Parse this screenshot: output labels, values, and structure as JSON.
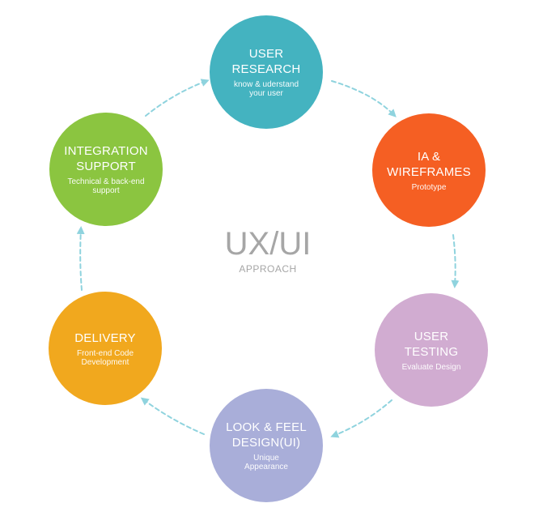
{
  "center": {
    "title": "UX/UI",
    "subtitle": "APPROACH"
  },
  "stages": [
    {
      "id": "research",
      "title": "USER\nRESEARCH",
      "description": "know & uderstand\nyour user",
      "color": "#44b3c0"
    },
    {
      "id": "ia",
      "title": "IA &\nWIREFRAMES",
      "description": "Prototype",
      "color": "#f55f23"
    },
    {
      "id": "testing",
      "title": "USER\nTESTING",
      "description": "Evaluate Design",
      "color": "#d1acd1"
    },
    {
      "id": "look",
      "title": "LOOK & FEEL\nDESIGN(UI)",
      "description": "Unique\nAppearance",
      "color": "#a9aed9"
    },
    {
      "id": "delivery",
      "title": "DELIVERY",
      "description": "Front-end Code\nDevelopment",
      "color": "#f1a81e"
    },
    {
      "id": "integration",
      "title": "INTEGRATION\nSUPPORT",
      "description": "Technical & back-end\nsupport",
      "color": "#8bc540"
    }
  ],
  "arrow_color": "#8fd3de"
}
